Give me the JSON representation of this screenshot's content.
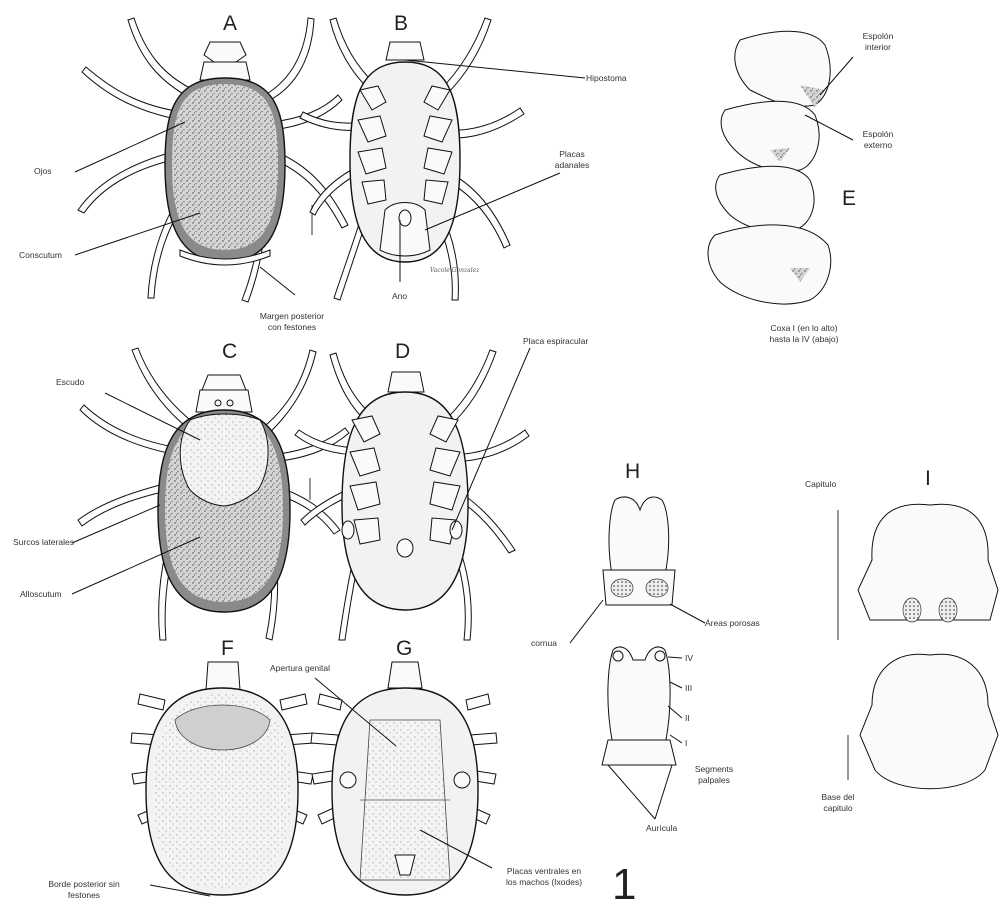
{
  "panels": {
    "A": "A",
    "B": "B",
    "C": "C",
    "D": "D",
    "E": "E",
    "F": "F",
    "G": "G",
    "H": "H",
    "I": "I"
  },
  "figure_number": "1",
  "signature": "Vacole Gonzalez",
  "labels": {
    "ojos": "Ojos",
    "conscutum": "Conscutum",
    "margen_l1": "Margen posterior",
    "margen_l2": "con festones",
    "hipostoma": "Hipostoma",
    "placas_adanales_l1": "Placas",
    "placas_adanales_l2": "adanales",
    "ano": "Ano",
    "espolon_interior_l1": "Espolón",
    "espolon_interior_l2": "interior",
    "espolon_externo_l1": "Espolón",
    "espolon_externo_l2": "externo",
    "coxa_l1": "Coxa I (en lo alto)",
    "coxa_l2": "hasta la IV (abajo)",
    "escudo": "Escudo",
    "surcos_laterales": "Surcos laterales",
    "alloscutum": "Alloscutum",
    "placa_espiracular": "Placa espiracular",
    "apertura_genital": "Apertura genital",
    "borde_l1": "Borde posterior sin",
    "borde_l2": "festones",
    "placas_ventrales_l1": "Placas ventrales en",
    "placas_ventrales_l2": "los machos (Ixodes)",
    "cornua": "cornua",
    "areas_porosas": "Áreas porosas",
    "seg_iv": "IV",
    "seg_iii": "III",
    "seg_ii": "II",
    "seg_i": "I",
    "segments_l1": "Segments",
    "segments_l2": "palpales",
    "auricula": "Aurícula",
    "capitulo": "Capitulo",
    "base_l1": "Base del",
    "base_l2": "capitulo"
  }
}
